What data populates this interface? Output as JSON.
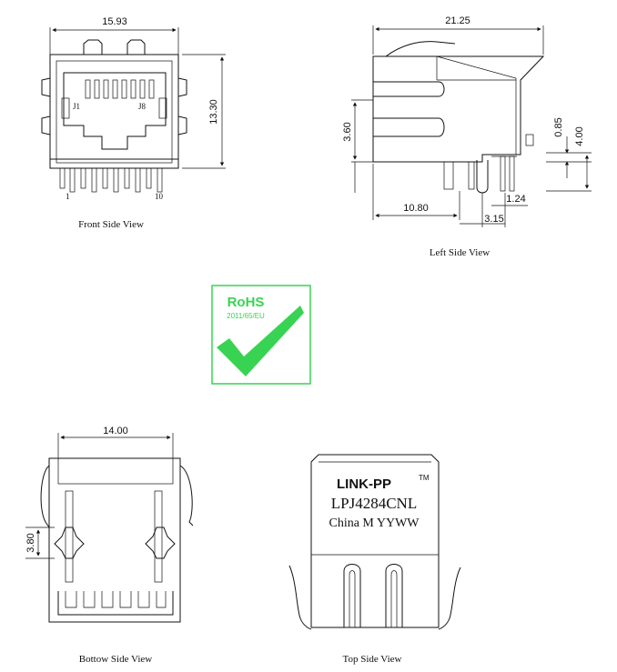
{
  "front_view": {
    "caption": "Front Side View",
    "width_dim": "15.93",
    "height_dim": "13.30",
    "pin_first": "J1",
    "pin_last": "J8",
    "lead_first": "1",
    "lead_last": "10"
  },
  "left_view": {
    "caption": "Left Side View",
    "length_dim": "21.25",
    "body_height_dim": "3.60",
    "pin_pitch_dim": "0.85",
    "total_height_dim": "4.00",
    "pin_offset_dim": "1.24",
    "front_offset_dim": "10.80",
    "lead_spacing_dim": "3.15"
  },
  "rohs": {
    "title": "RoHS",
    "directive": "2011/65/EU",
    "color": "#39d353"
  },
  "bottom_view": {
    "caption": "Bottow Side View",
    "width_dim": "14.00",
    "height_dim": "3.80"
  },
  "top_view": {
    "caption": "Top Side View",
    "brand": "LINK-PP",
    "trademark": "TM",
    "part_number": "LPJ4284CNL",
    "origin_line": "China M YYWW"
  }
}
